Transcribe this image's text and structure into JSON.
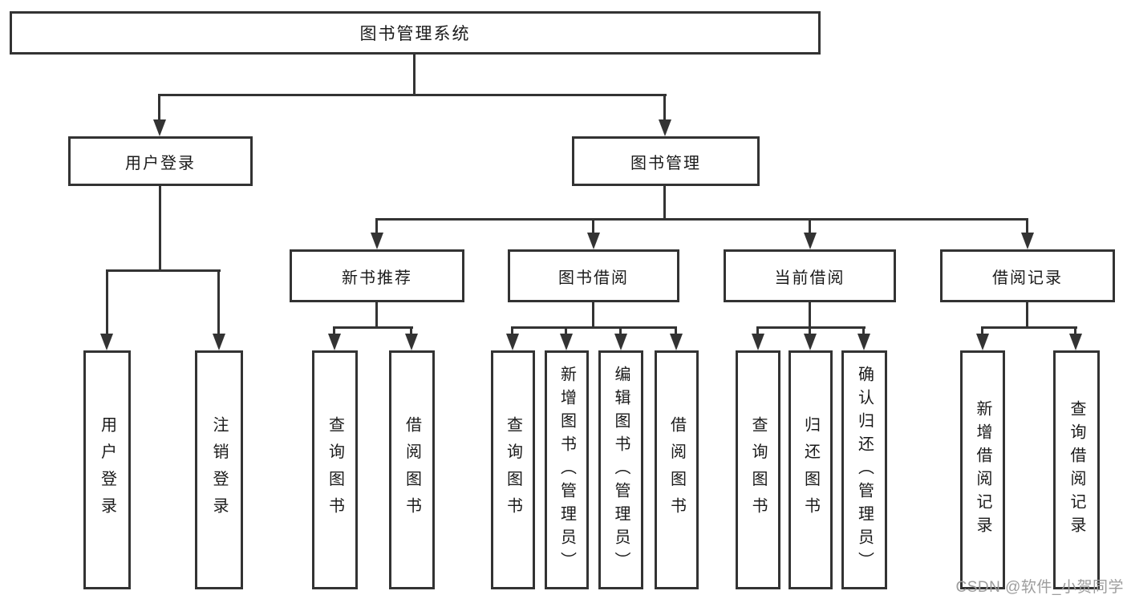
{
  "diagram": {
    "root": {
      "label": "图书管理系统"
    },
    "level2": [
      {
        "label": "用户登录"
      },
      {
        "label": "图书管理"
      }
    ],
    "level3": [
      {
        "label": "新书推荐",
        "parent": "图书管理"
      },
      {
        "label": "图书借阅",
        "parent": "图书管理"
      },
      {
        "label": "当前借阅",
        "parent": "图书管理"
      },
      {
        "label": "借阅记录",
        "parent": "图书管理"
      }
    ],
    "leaves": [
      {
        "label": "用户登录",
        "parent": "用户登录"
      },
      {
        "label": "注销登录",
        "parent": "用户登录"
      },
      {
        "label": "查询图书",
        "parent": "新书推荐"
      },
      {
        "label": "借阅图书",
        "parent": "新书推荐"
      },
      {
        "label": "查询图书",
        "parent": "图书借阅"
      },
      {
        "label": "新增图书（管理员）",
        "parent": "图书借阅"
      },
      {
        "label": "编辑图书（管理员）",
        "parent": "图书借阅"
      },
      {
        "label": "借阅图书",
        "parent": "图书借阅"
      },
      {
        "label": "查询图书",
        "parent": "当前借阅"
      },
      {
        "label": "归还图书",
        "parent": "当前借阅"
      },
      {
        "label": "确认归还（管理员）",
        "parent": "当前借阅"
      },
      {
        "label": "新增借阅记录",
        "parent": "借阅记录"
      },
      {
        "label": "查询借阅记录",
        "parent": "借阅记录"
      }
    ],
    "watermark": "CSDN @软件_小贺同学",
    "colors": {
      "line": "#333333",
      "text": "#1a1a1a",
      "background": "#ffffff",
      "watermark": "#9d9d9d"
    }
  }
}
